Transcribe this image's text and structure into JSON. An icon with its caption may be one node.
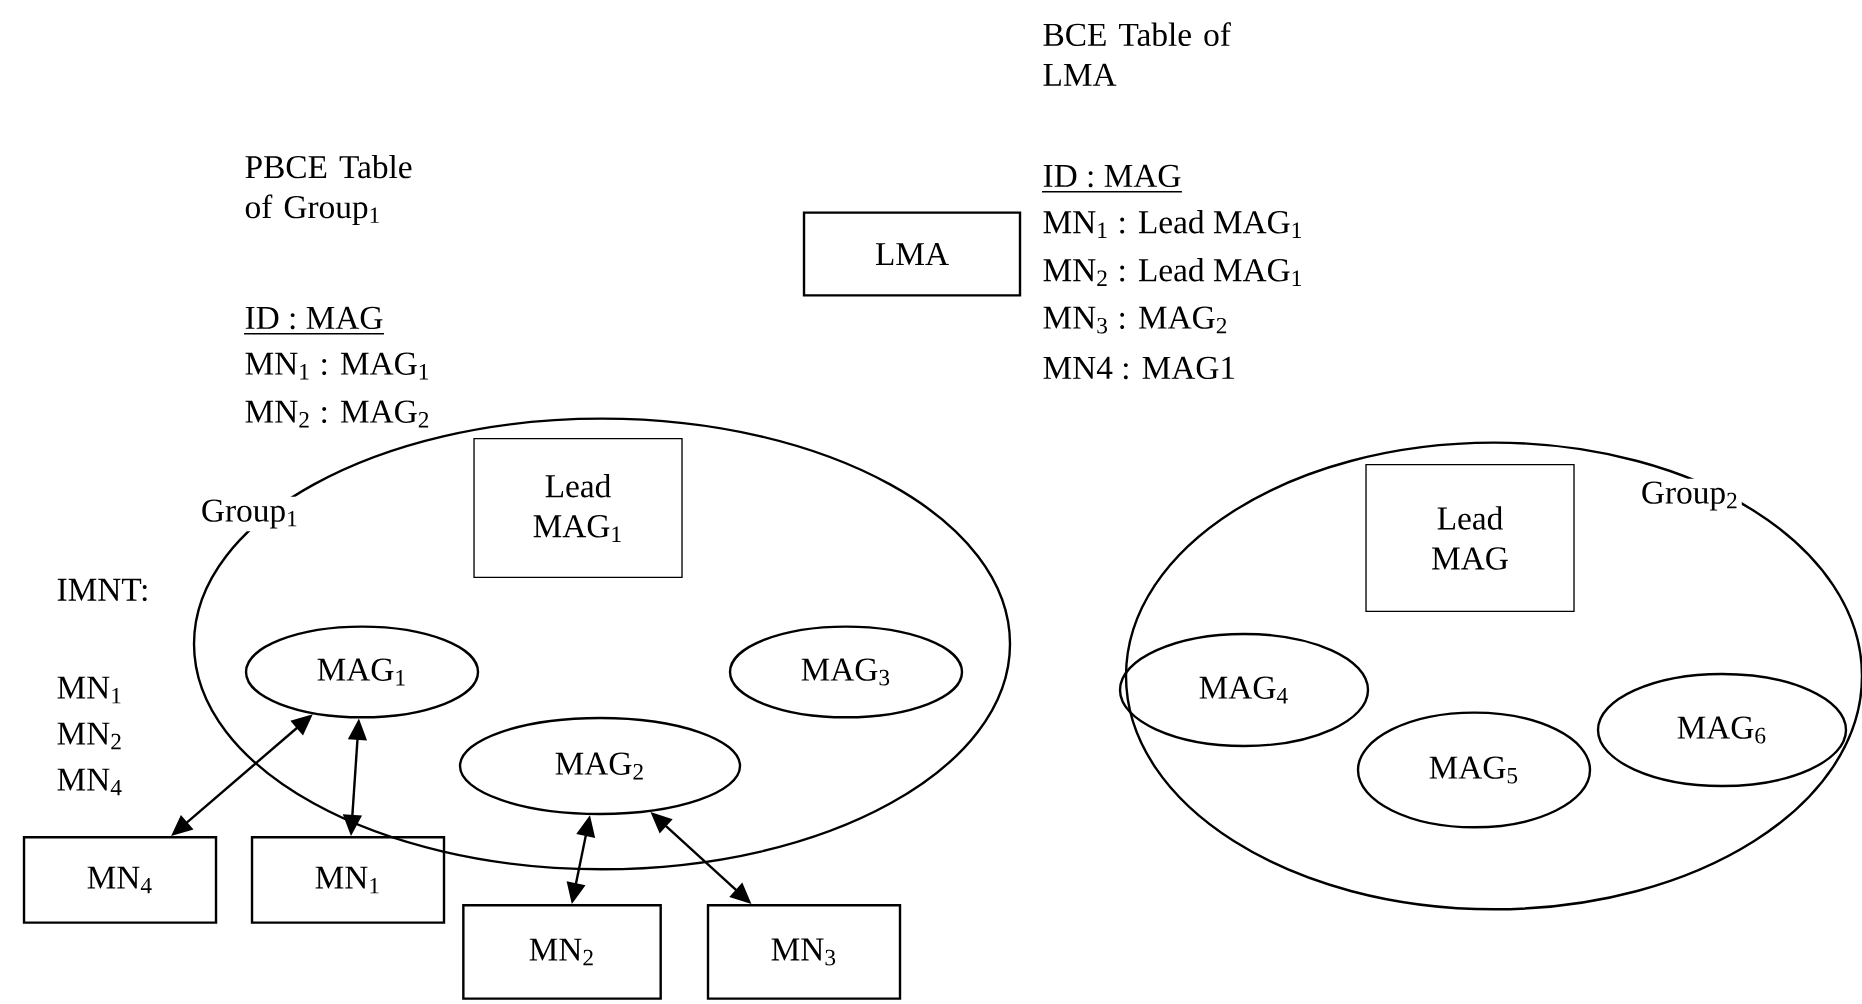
{
  "diagram": {
    "nodes": [
      {
        "text": [
          "Group$_{1}$"
        ]
      },
      {
        "text": [
          "Lead MAG$_{1}$"
        ],
        "in": 0
      },
      {
        "text": [
          "MAG$_{1}$"
        ],
        "in": 0
      },
      {
        "text": [
          "MAG$_{3}$"
        ],
        "in": 0
      },
      {
        "text": [
          "MAG$_{2}$"
        ],
        "in": 0
      },
      {
        "text": [
          "Group$_{2}$"
        ]
      },
      {
        "text": [
          "Lead MAG"
        ],
        "in": 5
      },
      {
        "text": [
          "MAG$_{4}$"
        ],
        "in": 5
      },
      {
        "text": [
          "MAG$_{5}$"
        ],
        "in": 5
      },
      {
        "text": [
          "MAG$_{6}$"
        ],
        "in": 5
      },
      {
        "text": [
          "LMA"
        ]
      },
      {
        "text": [
          "MN$_{4}$"
        ]
      },
      {
        "text": [
          "MN$_{1}$"
        ]
      },
      {
        "text": [
          "MN$_{2}$"
        ]
      },
      {
        "text": [
          "MN$_{3}$"
        ]
      }
    ],
    "edges": [
      {
        "from": 11,
        "to": 2,
        "arrow": "both"
      },
      {
        "from": 12,
        "to": 2,
        "arrow": "both"
      },
      {
        "from": 13,
        "to": 4,
        "arrow": "both"
      },
      {
        "from": 14,
        "to": 4,
        "arrow": "both"
      }
    ],
    "labels": [
      "BCE Table of LMA",
      "PBCE Table of Group$_{1}$",
      "ID : MAG",
      "MN$_{1}$ : Lead MAG$_{1}$",
      "MN$_{2}$ : Lead MAG$_{1}$",
      "ID : MAG",
      "MN$_{1}$ : MAG$_{1}$",
      "MN$_{3}$ : MAG$_{2}$",
      "MN$_{2}$ : MAG$_{2}$",
      "MN4 : MAG1",
      "IMNT:",
      "MN$_{1}$",
      "MN$_{2}$",
      "MN$_{4}$"
    ]
  }
}
